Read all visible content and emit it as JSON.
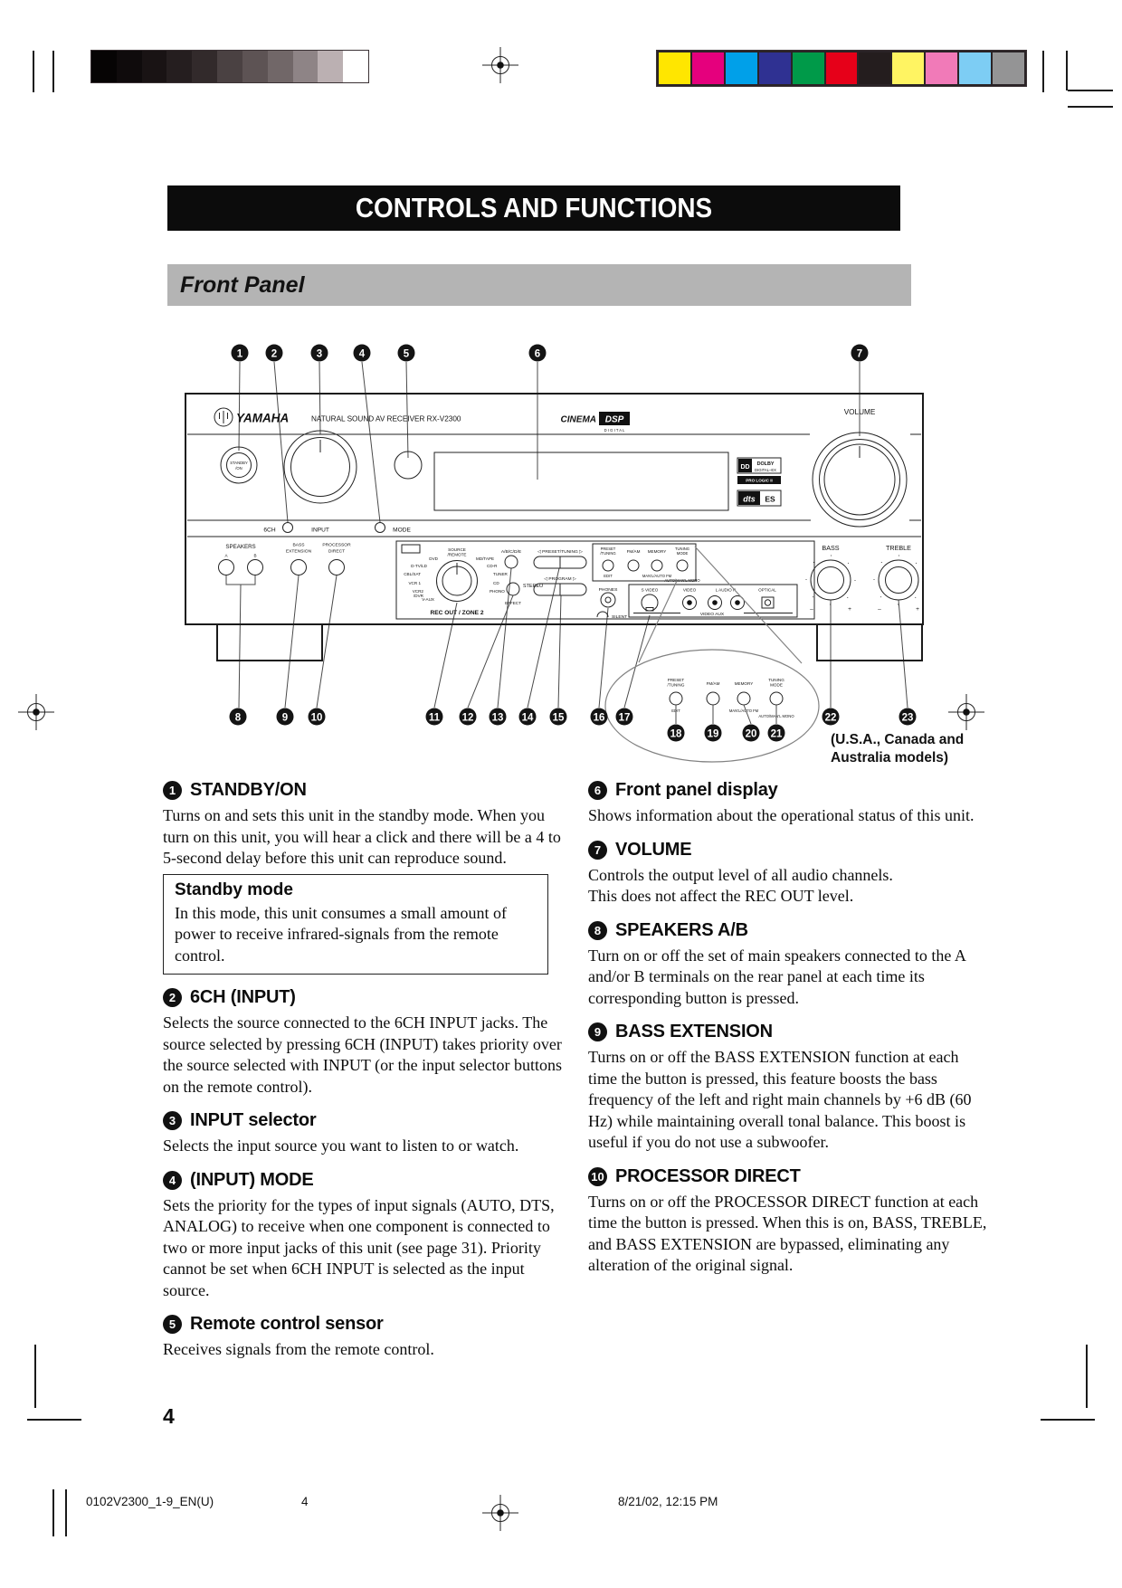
{
  "page": {
    "number": "4"
  },
  "print_marks": {
    "grayscale": [
      "#060404",
      "#0f0b0c",
      "#191314",
      "#251e1f",
      "#322a2b",
      "#4a4142",
      "#5d5354",
      "#716768",
      "#8e8486",
      "#bbb0b2",
      "#ffffff"
    ],
    "colors": [
      "#ffe600",
      "#e5007d",
      "#00a0e9",
      "#2f3192",
      "#009a49",
      "#e60019",
      "#241d1e",
      "#fff462",
      "#f17ab8",
      "#7dcdf4",
      "#949495"
    ]
  },
  "header": {
    "title": "CONTROLS AND FUNCTIONS",
    "subtitle": "Front Panel"
  },
  "diagram": {
    "top_callouts": [
      "1",
      "2",
      "3",
      "4",
      "5",
      "6",
      "7"
    ],
    "bottom_callouts": [
      "8",
      "9",
      "10",
      "11",
      "12",
      "13",
      "14",
      "15",
      "16",
      "17",
      "18",
      "19",
      "20",
      "21",
      "22",
      "23"
    ],
    "labels": {
      "brand": "YAMAHA",
      "model": "NATURAL SOUND  AV RECEIVER  RX-V2300",
      "cinema": "CINEMA",
      "dsp": "DSP",
      "digital": "D I G I T A L",
      "volume": "VOLUME",
      "standby_l1": "STANDBY",
      "standby_l2": "/ON",
      "dolby_dd": "DD",
      "dolby_l1": "DOLBY",
      "dolby_l2": "DIGITAL–EX",
      "dolby_l3": "PRO LOGIC II",
      "dts_l1": "dts",
      "dts_l2": "ES",
      "ch6": "6CH",
      "input": "INPUT",
      "mode": "MODE",
      "speakers": "SPEAKERS",
      "sp_a": "A",
      "sp_b": "B",
      "bassext_l1": "BASS",
      "bassext_l2": "EXTENSION",
      "procdir_l1": "PROCESSOR",
      "procdir_l2": "DIRECT",
      "source_l1": "SOURCE",
      "source_l2": "/REMOTE",
      "sel_dvd": "DVD",
      "sel_mdtape": "MD/TAPE",
      "sel_dtvld": "D-TV/LD",
      "sel_cdr": "CD-R",
      "sel_cblsat": "CBL/SAT",
      "sel_tuner": "TUNER",
      "sel_vcr1": "VCR 1",
      "sel_cd": "CD",
      "sel_vcr2_l1": "VCR2",
      "sel_vcr2_l2": "/DVR",
      "sel_phono": "PHONO",
      "sel_vaux": "V-AUX",
      "recout": "REC OUT / ZONE 2",
      "abcde": "A/B/C/D/E",
      "preset_tuning": "◁ PRESET/TUNING ▷",
      "program": "◁ PROGRAM ▷",
      "stereo": "STEREO",
      "effect": "EFFECT",
      "tun_preset_l1": "PRESET",
      "tun_preset_l2": "/TUNING",
      "tun_edit": "EDIT",
      "tun_fmam": "FM/AM",
      "tun_memory": "MEMORY",
      "tun_manl": "MAN'L/AUTO FM",
      "tun_mode_l1": "TUNING",
      "tun_mode_l2": "MODE",
      "tun_auto": "AUTO/MAN'L MONO",
      "phones": "PHONES",
      "silent": "SILENT",
      "svideo": "S VIDEO",
      "video": "VIDEO",
      "laudior": "L   AUDIO   R",
      "optical": "OPTICAL",
      "videoaux": "VIDEO AUX",
      "bass": "BASS",
      "treble": "TREBLE",
      "minus": "–",
      "plus": "+"
    },
    "balloon": {
      "bp_l1": "PRESET",
      "bp_l2": "/TUNING",
      "b_edit": "EDIT",
      "b_fmam": "FM/AM",
      "b_memory": "MEMORY",
      "b_manl": "MAN'L/AUTO FM",
      "bt_l1": "TUNING",
      "bt_l2": "MODE",
      "b_auto": "AUTO/MAN'L MONO",
      "caption_l1": "(U.S.A., Canada and",
      "caption_l2": "Australia models)"
    }
  },
  "sections_left": [
    {
      "num": "1",
      "title": "STANDBY/ON",
      "body": "Turns on and sets this unit in the standby mode. When you turn on this unit, you will hear a click and there will be a 4 to 5-second delay before this unit can reproduce sound.",
      "box_title": "Standby mode",
      "box_body": "In this mode, this unit consumes a small amount of power to receive infrared-signals from the remote control."
    },
    {
      "num": "2",
      "title": "6CH (INPUT)",
      "body": "Selects the source connected to the 6CH INPUT jacks. The source selected by pressing 6CH (INPUT) takes priority over the source selected with INPUT (or the input selector buttons on the remote control)."
    },
    {
      "num": "3",
      "title": "INPUT selector",
      "body": "Selects the input source you want to listen to or watch."
    },
    {
      "num": "4",
      "title": "(INPUT) MODE",
      "body": "Sets the priority for the types of input signals (AUTO, DTS, ANALOG) to receive when one component is connected to two or more input jacks of this unit (see page 31). Priority cannot be set when 6CH INPUT is selected as the input source."
    },
    {
      "num": "5",
      "title": "Remote control sensor",
      "body": "Receives signals from the remote control."
    }
  ],
  "sections_right": [
    {
      "num": "6",
      "title": "Front panel display",
      "body": "Shows information about the operational status of this unit."
    },
    {
      "num": "7",
      "title": "VOLUME",
      "body": "Controls the output level of all audio channels.\nThis does not affect the REC OUT level."
    },
    {
      "num": "8",
      "title": "SPEAKERS A/B",
      "body": "Turn on or off the set of main speakers connected to the A and/or B terminals on the rear panel at each time its corresponding button is pressed."
    },
    {
      "num": "9",
      "title": "BASS EXTENSION",
      "body": "Turns on or off the BASS EXTENSION function at each time the button is pressed, this feature boosts the bass frequency of the left and right main channels by +6 dB (60 Hz) while maintaining overall tonal balance. This boost is useful if you do not use a subwoofer."
    },
    {
      "num": "10",
      "title": "PROCESSOR DIRECT",
      "body": "Turns on or off the PROCESSOR DIRECT function at each time the button is pressed. When this is on, BASS, TREBLE, and BASS EXTENSION are bypassed, eliminating any alteration of the original signal."
    }
  ],
  "footer": {
    "file": "0102V2300_1-9_EN(U)",
    "page": "4",
    "datetime": "8/21/02, 12:15 PM"
  }
}
